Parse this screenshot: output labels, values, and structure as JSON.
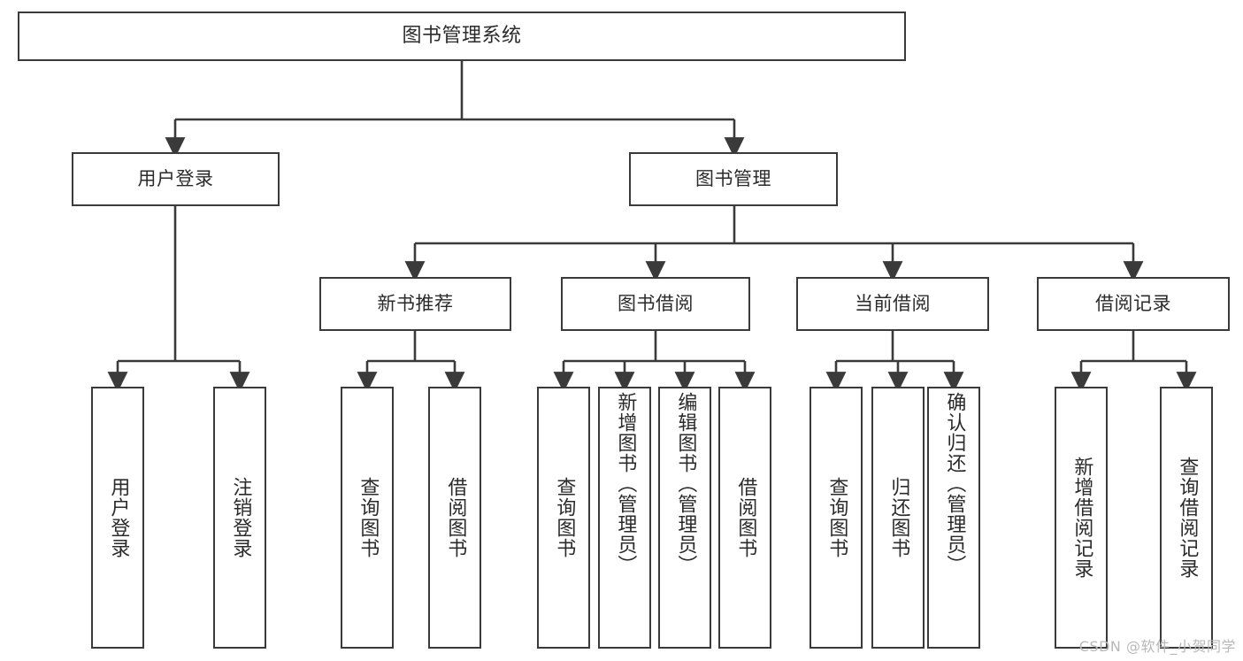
{
  "diagram": {
    "title": "图书管理系统",
    "type": "functional-decomposition-tree",
    "root": {
      "label": "图书管理系统"
    },
    "level1": [
      {
        "label": "用户登录"
      },
      {
        "label": "图书管理"
      }
    ],
    "level2": [
      {
        "label": "新书推荐"
      },
      {
        "label": "图书借阅"
      },
      {
        "label": "当前借阅"
      },
      {
        "label": "借阅记录"
      }
    ],
    "leaves": {
      "user_login": [
        {
          "label": "用户登录"
        },
        {
          "label": "注销登录"
        }
      ],
      "new_book_recommend": [
        {
          "label": "查询图书"
        },
        {
          "label": "借阅图书"
        }
      ],
      "book_borrow": [
        {
          "label": "查询图书"
        },
        {
          "label": "新增图书（管理员）"
        },
        {
          "label": "编辑图书（管理员）"
        },
        {
          "label": "借阅图书"
        }
      ],
      "current_borrow": [
        {
          "label": "查询图书"
        },
        {
          "label": "归还图书"
        },
        {
          "label": "确认归还（管理员）"
        }
      ],
      "borrow_record": [
        {
          "label": "新增借阅记录"
        },
        {
          "label": "查询借阅记录"
        }
      ]
    }
  },
  "watermark": {
    "text": "CSDN @软件_小贺同学"
  },
  "colors": {
    "border": "#3a3a3a",
    "text": "#2b2b2b",
    "background": "#ffffff",
    "watermark": "#b8b8b8"
  }
}
